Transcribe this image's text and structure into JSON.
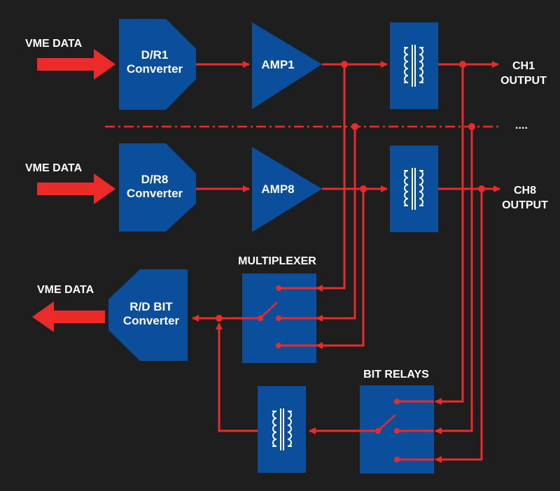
{
  "labels": {
    "vme_data_in_1": "VME DATA",
    "vme_data_in_8": "VME DATA",
    "vme_data_out": "VME DATA",
    "ch1_line1": "CH1",
    "ch1_line2": "OUTPUT",
    "ch8_line1": "CH8",
    "ch8_line2": "OUTPUT",
    "ellipsis": "....",
    "multiplexer": "MULTIPLEXER",
    "bit_relays": "BIT RELAYS"
  },
  "blocks": {
    "dr1_line1": "D/R1",
    "dr1_line2": "Converter",
    "dr8_line1": "D/R8",
    "dr8_line2": "Converter",
    "rd_line1": "R/D BIT",
    "rd_line2": "Converter",
    "amp1": "AMP1",
    "amp8": "AMP8"
  },
  "colors": {
    "background": "#1e1e1e",
    "block": "#0b4f9c",
    "signal": "#ec2a2a",
    "text": "#ffffff"
  },
  "icons": [
    "transformer-icon",
    "switch-icon"
  ]
}
